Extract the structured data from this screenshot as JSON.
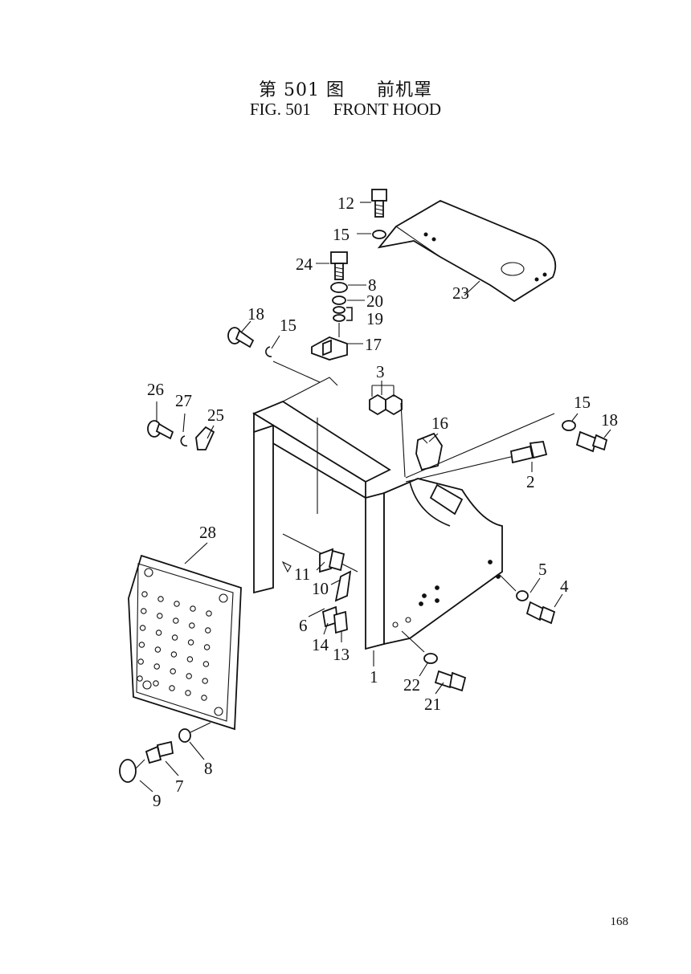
{
  "header": {
    "title_cn_fig": "第 501 图",
    "title_cn_name": "前机罩",
    "title_en_fig": "FIG. 501",
    "title_en_name": "FRONT HOOD"
  },
  "callouts": [
    "1",
    "2",
    "3",
    "4",
    "5",
    "6",
    "7",
    "8",
    "8",
    "9",
    "10",
    "11",
    "12",
    "13",
    "14",
    "15",
    "15",
    "15",
    "16",
    "17",
    "18",
    "18",
    "19",
    "20",
    "21",
    "22",
    "23",
    "24",
    "25",
    "26",
    "27",
    "28"
  ],
  "footer": {
    "page_number": "168"
  }
}
